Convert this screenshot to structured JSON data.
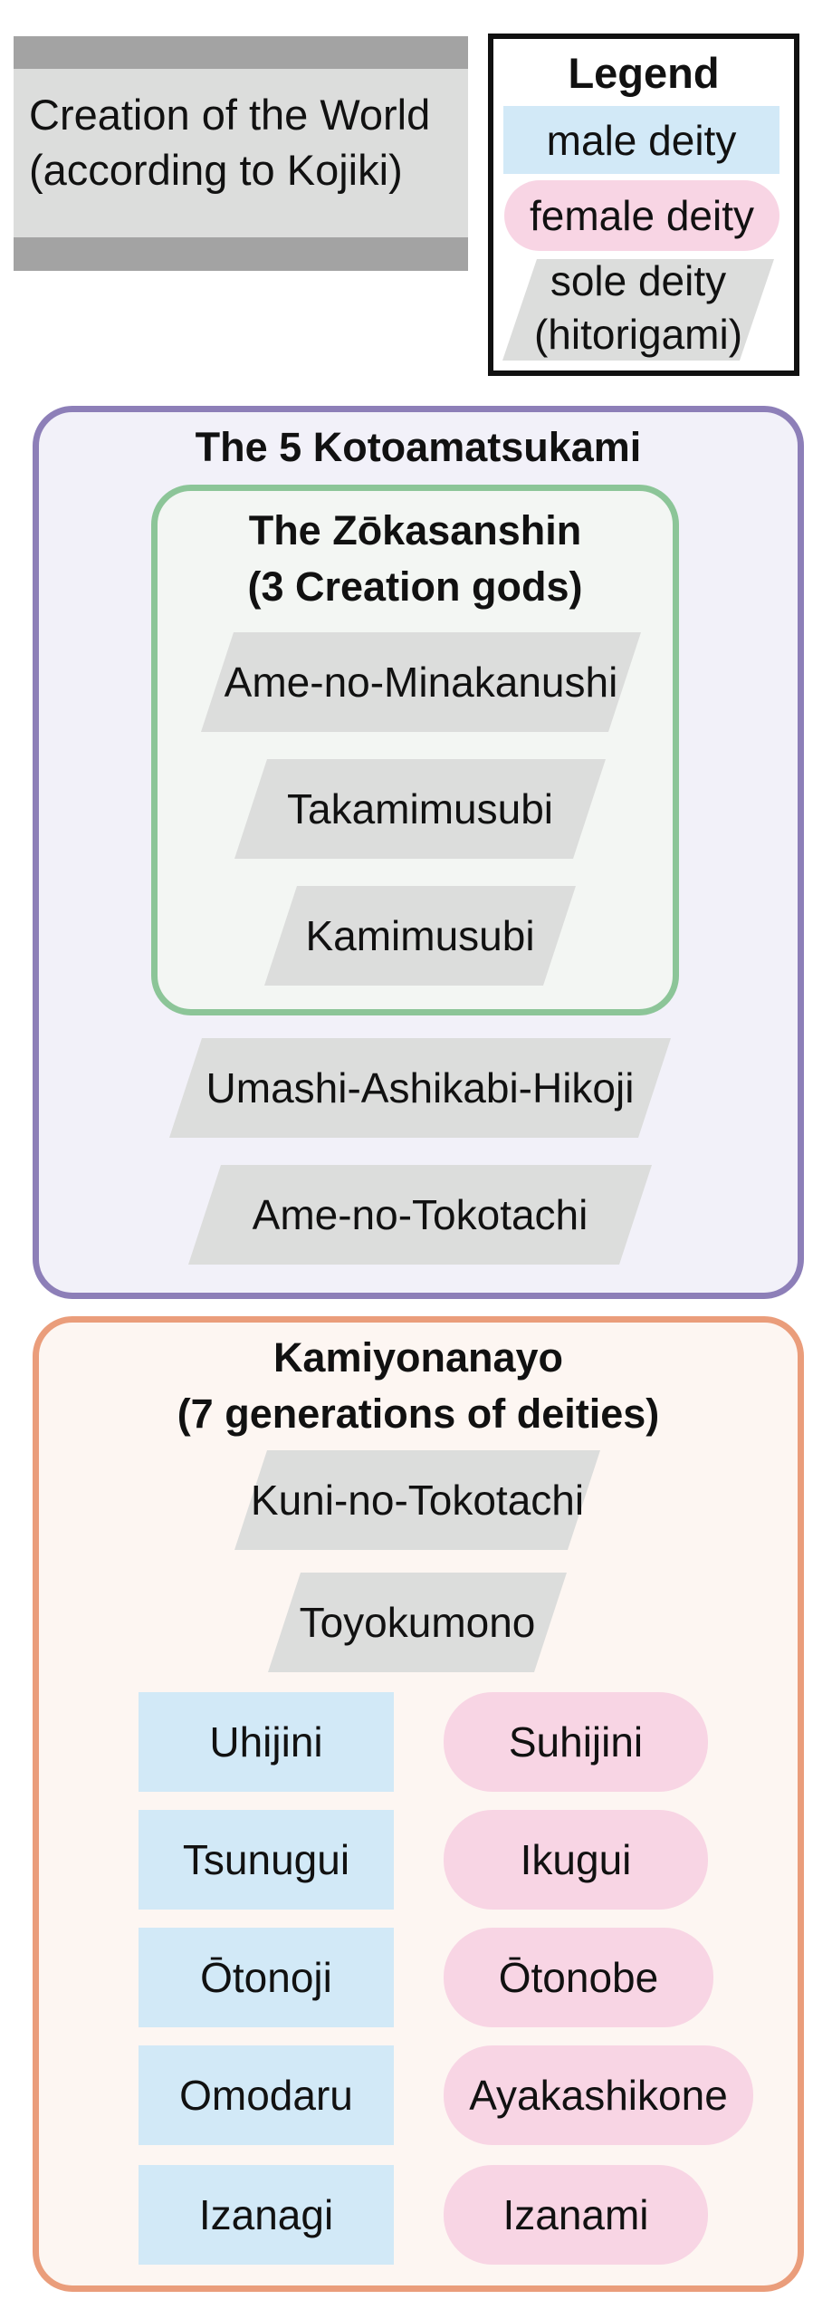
{
  "title": "Creation of the World\n(according to Kojiki)",
  "legend": {
    "title": "Legend",
    "male": "male deity",
    "female": "female deity",
    "sole": "sole deity\n(hitorigami)"
  },
  "colors": {
    "male_fill": "#d2e9f7",
    "female_fill": "#f8d5e4",
    "sole_fill": "#dcdddc",
    "title_band": "#a3a3a3",
    "kotoamatsukami_border": "#8d7fb8",
    "zokasanshin_border": "#8cc598",
    "kamiyonanayo_border": "#ea9d7b"
  },
  "groups": {
    "kotoamatsukami": {
      "title": "The 5 Kotoamatsukami",
      "zokasanshin": {
        "title": "The Zōkasanshin\n(3 Creation gods)",
        "deities": [
          "Ame-no-Minakanushi",
          "Takamimusubi",
          "Kamimusubi"
        ]
      },
      "other_deities": [
        "Umashi-Ashikabi-Hikoji",
        "Ame-no-Tokotachi"
      ]
    },
    "kamiyonanayo": {
      "title": "Kamiyonanayo\n(7 generations of deities)",
      "sole_deities": [
        "Kuni-no-Tokotachi",
        "Toyokumono"
      ],
      "pairs": [
        {
          "male": "Uhijini",
          "female": "Suhijini"
        },
        {
          "male": "Tsunugui",
          "female": "Ikugui"
        },
        {
          "male": "Ōtonoji",
          "female": "Ōtonobe"
        },
        {
          "male": "Omodaru",
          "female": "Ayakashikone"
        },
        {
          "male": "Izanagi",
          "female": "Izanami"
        }
      ]
    }
  }
}
